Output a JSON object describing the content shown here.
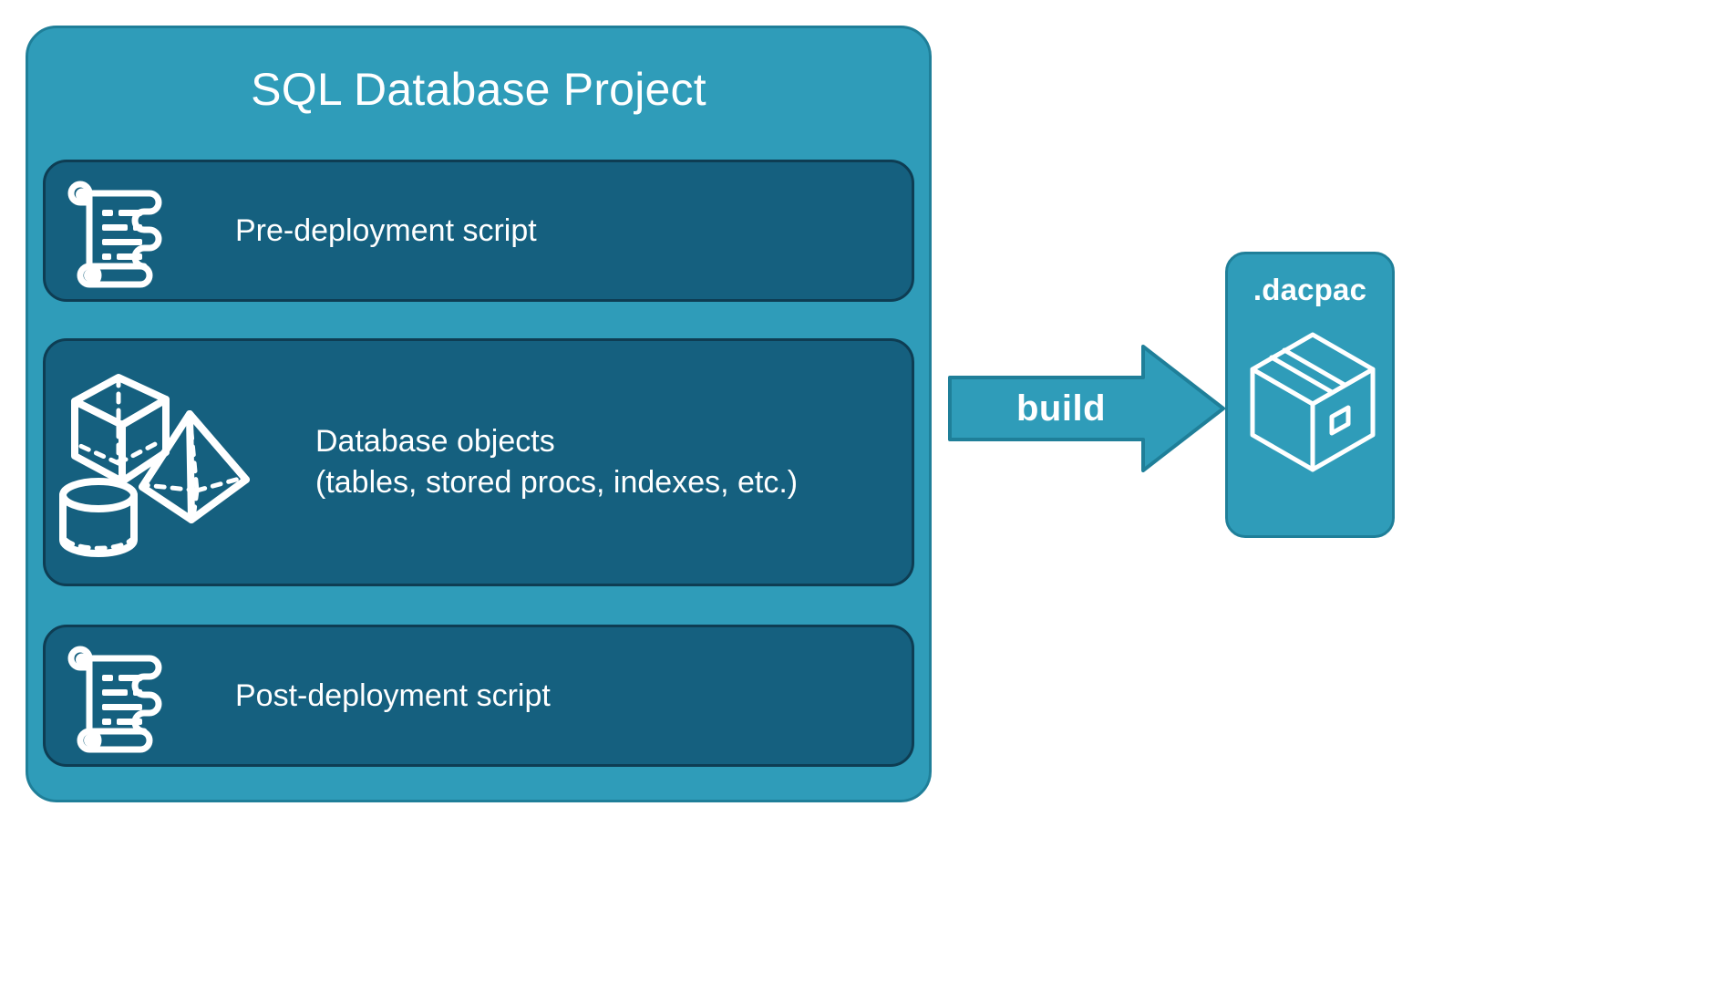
{
  "diagram": {
    "title": "SQL Database Project build diagram",
    "background_color": "#ffffff",
    "accent_color": "#2f9cb9",
    "panel_color": "#15607f",
    "text_color": "#ffffff"
  },
  "project": {
    "title": "SQL Database Project",
    "items": [
      {
        "id": "pre-deployment",
        "label": "Pre-deployment script",
        "icon": "scroll-icon"
      },
      {
        "id": "database-objects",
        "label_line1": "Database objects",
        "label_line2": "(tables, stored procs, indexes, etc.)",
        "icon": "3d-shapes-icon"
      },
      {
        "id": "post-deployment",
        "label": "Post-deployment script",
        "icon": "scroll-icon"
      }
    ]
  },
  "arrow": {
    "label": "build",
    "direction": "right",
    "color": "#2f9cb9",
    "stroke": "#1f7f99"
  },
  "output": {
    "title": ".dacpac",
    "icon": "package-box-icon",
    "color": "#2f9cb9"
  }
}
